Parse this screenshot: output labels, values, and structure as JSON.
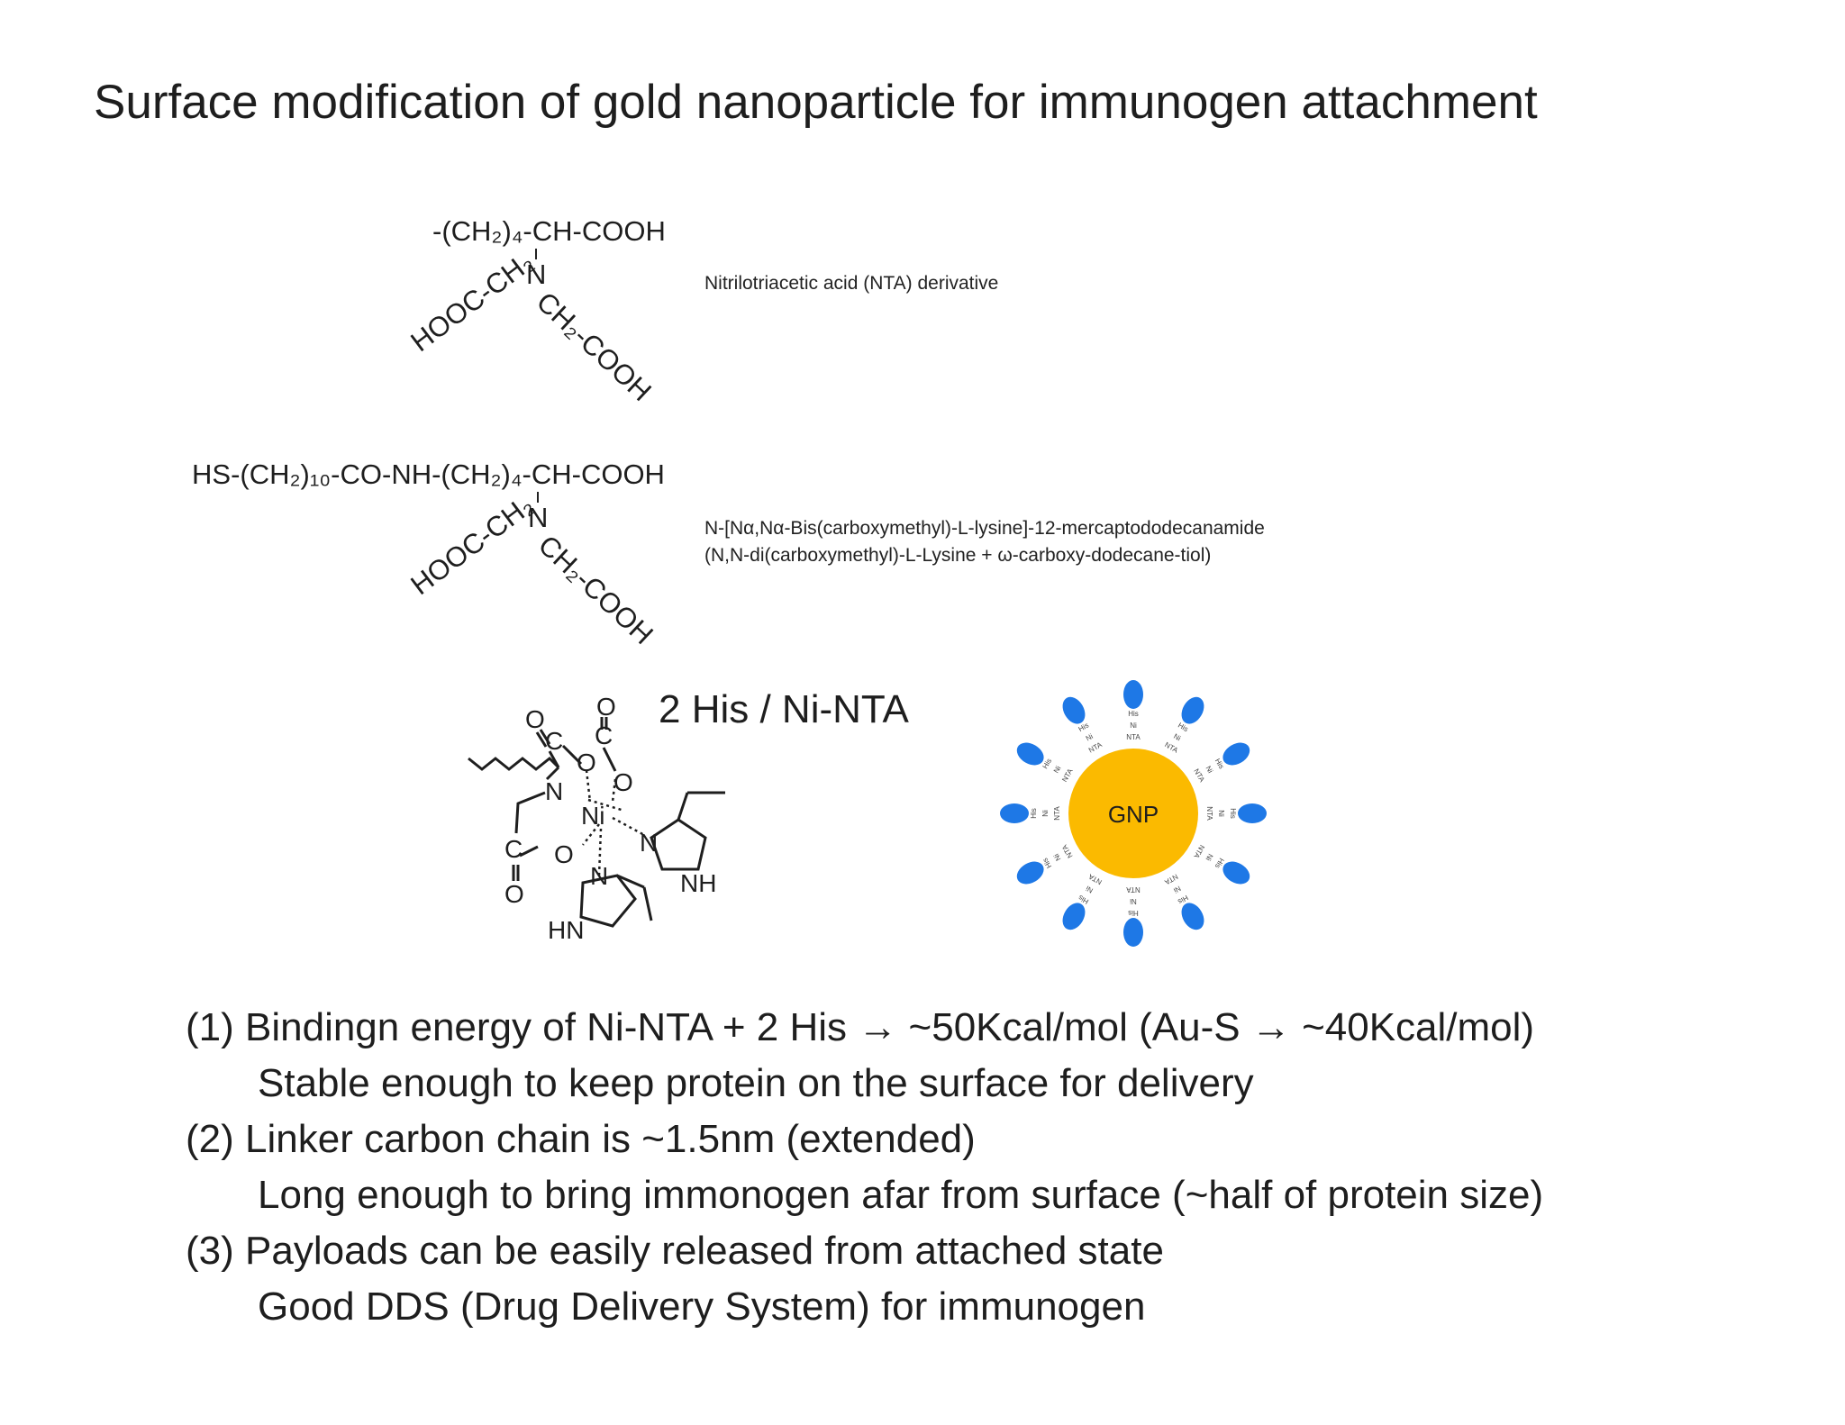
{
  "title": "Surface modification of gold nanoparticle for immunogen attachment",
  "nta": {
    "chain_top": "-(CH₂)₄-CH-COOH",
    "nitrogen": "N",
    "left_arm": "HOOC-CH₂",
    "right_arm": "CH₂-COOH",
    "description": "Nitrilotriacetic acid (NTA) derivative"
  },
  "linker": {
    "chain_top": "HS-(CH₂)₁₀-CO-NH-(CH₂)₄-CH-COOH",
    "nitrogen": "N",
    "left_arm": "HOOC-CH₂",
    "right_arm": "CH₂-COOH",
    "description_line1": "N-[Nα,Nα-Bis(carboxymethyl)-L-lysine]-12-mercaptododecanamide",
    "description_line2": "(N,N-di(carboxymethyl)-L-Lysine + ω-carboxy-dodecane-tiol)"
  },
  "complex": {
    "label": "2 His / Ni-NTA",
    "atoms": {
      "ni": "Ni",
      "n": "N",
      "o": "O",
      "c": "C",
      "nh": "NH",
      "hn": "HN"
    }
  },
  "gnp": {
    "label": "GNP",
    "core_color": "#FBBA00",
    "ligand_color": "#1E78E6",
    "ligand_text": [
      "NTA",
      "Ni",
      "His"
    ],
    "ligand_count": 12
  },
  "bullets": [
    {
      "head": "(1) Bindingn energy of Ni-NTA + 2 His",
      "arrow1": "→",
      "val1": "~50Kcal/mol (Au-S",
      "arrow2": "→",
      "val2": "~40Kcal/mol)",
      "detail": "Stable enough to keep protein on the surface for delivery"
    },
    {
      "head": "(2) Linker carbon chain is ~1.5nm (extended)",
      "detail": "Long enough to bring immonogen afar from surface (~half of protein size)"
    },
    {
      "head": "(3) Payloads can be easily released from attached state",
      "detail": "Good DDS (Drug Delivery System) for immunogen"
    }
  ]
}
